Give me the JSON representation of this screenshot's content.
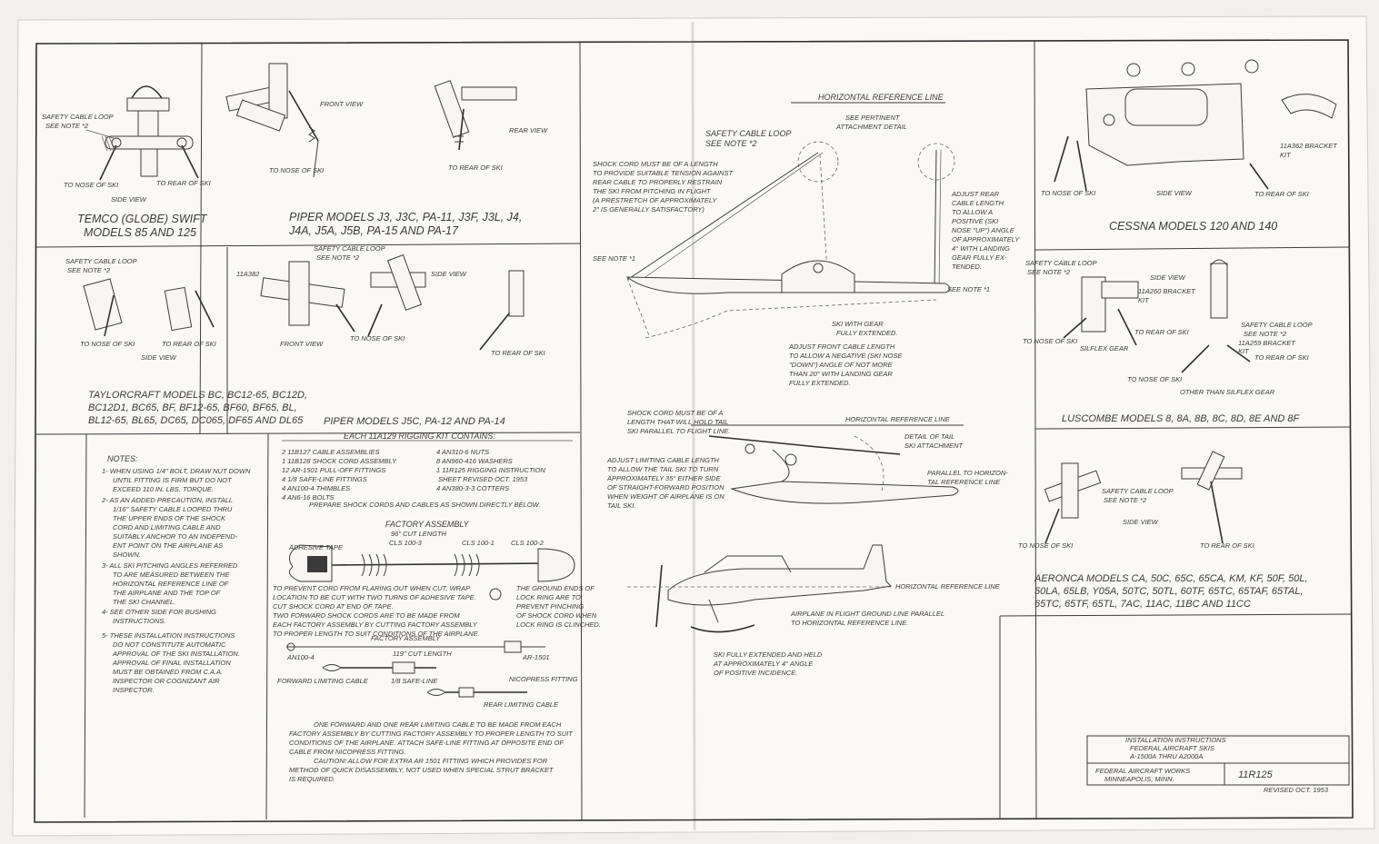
{
  "sections": {
    "temco": {
      "safety_note": "SAFETY CABLE LOOP",
      "see_note": "SEE NOTE *2",
      "nose_label": "TO NOSE OF SKI",
      "rear_label": "TO REAR OF SKI",
      "view_label": "SIDE VIEW",
      "title_1": "TEMCO (GLOBE) SWIFT",
      "title_2": "MODELS 85 AND 125"
    },
    "piper_j3": {
      "front_view": "FRONT VIEW",
      "rear_view": "REAR VIEW",
      "nose_label": "TO NOSE OF SKI",
      "rear_label": "TO REAR OF SKI",
      "title_1": "PIPER MODELS J3, J3C, PA-11, J3F, J3L, J4,",
      "title_2": "J4A, J5A, J5B, PA-15 AND PA-17"
    },
    "taylorcraft": {
      "safety_note": "SAFETY CABLE LOOP",
      "see_note": "SEE NOTE *2",
      "nose_label": "TO NOSE OF SKI",
      "rear_label": "TO REAR OF SKI",
      "view_label": "SIDE VIEW",
      "title_1": "TAYLORCRAFT MODELS BC, BC12-65, BC12D,",
      "title_2": "BC12D1, BC65, BF, BF12-65, BF60, BF65, BL,",
      "title_3": "BL12-65, BL65, DC65, DC065, DF65 AND DL65"
    },
    "piper_j5c": {
      "part": "11A382",
      "safety_note": "SAFETY CABLE LOOP",
      "see_note": "SEE NOTE *2",
      "side_view": "SIDE VIEW",
      "front_view": "FRONT VIEW",
      "nose_label": "TO NOSE OF SKI",
      "rear_label": "TO REAR OF SKI",
      "title": "PIPER MODELS J5C, PA-12 AND PA-14"
    },
    "notes": {
      "heading": "NOTES:",
      "items": [
        "1- WHEN USING 1/4\" BOLT, DRAW NUT DOWN UNTIL FITTING IS FIRM BUT DO NOT EXCEED 110 IN. LBS. TORQUE.",
        "2- AS AN ADDED PRECAUTION, INSTALL 1/16\" SAFETY CABLE LOOPED THRU THE UPPER ENDS OF THE SHOCK CORD AND LIMITING CABLE AND SUITABLY ANCHOR TO AN INDEPENDENT POINT ON THE AIRPLANE AS SHOWN.",
        "3- ALL SKI PITCHING ANGLES REFERRED TO ARE MEASURED BETWEEN THE HORIZONTAL REFERENCE LINE OF THE AIRPLANE AND THE TOP OF THE SKI CHANNEL.",
        "4- SEE OTHER SIDE FOR BUSHING INSTRUCTIONS.",
        "5- THESE INSTALLATION INSTRUCTIONS DO NOT CONSTITUTE AUTOMATIC APPROVAL OF THE SKI INSTALLATION. APPROVAL OF FINAL INSTALLATION MUST BE OBTAINED FROM C.A.A. INSPECTOR OR COGNIZANT AIR INSPECTOR."
      ]
    },
    "kit": {
      "heading": "EACH 11A129 RIGGING KIT CONTAINS:",
      "left_rows": [
        "2   11B127   CABLE ASSEMBLIES",
        "1   11B128   SHOCK CORD ASSEMBLY",
        "12  AR-1501  PULL-OFF FITTINGS",
        "4            1/8 SAFE-LINE FITTINGS",
        "4   AN100-4  THIMBLES",
        "4   AN6-16   BOLTS"
      ],
      "right_rows": [
        "4   AN310-6     NUTS",
        "8   AN960-416   WASHERS",
        "1   11R125      RIGGING INSTRUCTION",
        "                SHEET REVISED OCT. 1953",
        "4   AN380-3-3   COTTERS"
      ],
      "prepare": "PREPARE SHOCK CORDS AND CABLES AS SHOWN DIRECTLY BELOW.",
      "factory_1": "FACTORY ASSEMBLY",
      "cut_1": "96\" CUT LENGTH",
      "adhesive": "ADHESIVE TAPE",
      "cls_1": "CLS 100-3",
      "cls_2": "CLS 100-1",
      "cls_3": "CLS 100-2",
      "prevent_1": "TO PREVENT CORD FROM FLARING OUT WHEN CUT, WRAP LOCATION TO BE CUT WITH TWO TURNS OF ADHESIVE TAPE. CUT SHOCK CORD AT END OF TAPE.",
      "prevent_2": "TWO FORWARD SHOCK CORDS ARE TO BE MADE FROM EACH FACTORY ASSEMBLY BY CUTTING FACTORY ASSEMBLY TO PROPER LENGTH TO SUIT CONDITIONS OF THE AIRPLANE.",
      "ground": "THE GROUND ENDS OF LOCK RING ARE TO PREVENT PINCHING OF SHOCK CORD WHEN LOCK RING IS CLINCHED.",
      "factory_2": "FACTORY ASSEMBLY",
      "cut_2": "119\" CUT LENGTH",
      "an100": "AN100-4",
      "ar1501": "AR-1501",
      "fwd_cable": "FORWARD LIMITING CABLE",
      "safe_line": "1/8 SAFE-LINE",
      "nicopress": "NICOPRESS FITTING",
      "rear_cable": "REAR LIMITING CABLE",
      "bottom_note": "ONE FORWARD AND ONE REAR LIMITING CABLE TO BE MADE FROM EACH FACTORY ASSEMBLY BY CUTTING FACTORY ASSEMBLY TO PROPER LENGTH TO SUIT CONDITIONS OF THE AIRPLANE. ATTACH SAFE-LINE FITTING AT OPPOSITE END OF CABLE FROM NICOPRESS FITTING.",
      "caution": "CAUTION! ALLOW FOR EXTRA AR 1501 FITTING WHICH PROVIDES FOR METHOD OF QUICK DISASSEMBLY, NOT USED WHEN SPECIAL STRUT BRACKET IS REQUIRED."
    },
    "center": {
      "hrl": "HORIZONTAL REFERENCE LINE",
      "see_attach_1": "SEE PERTINENT",
      "see_attach_2": "ATTACHMENT DETAIL",
      "safety_note": "SAFETY CABLE LOOP",
      "see_note_2": "SEE NOTE *2",
      "shock_text": "SHOCK CORD MUST BE OF A LENGTH TO PROVIDE SUITABLE TENSION AGAINST REAR CABLE TO PROPERLY RESTRAIN THE SKI FROM PITCHING IN FLIGHT (A PRESTRETCH OF APPROXIMATELY 2\" IS GENERALLY SATISFACTORY)",
      "adjust_rear": "ADJUST REAR CABLE LENGTH TO ALLOW A POSITIVE (SKI NOSE \"UP\") ANGLE OF APPROXIMATELY 4° WITH LANDING GEAR FULLY EXTENDED.",
      "see_note_1a": "SEE NOTE *1",
      "see_note_1b": "SEE NOTE *1",
      "ski_gear": "SKI WITH GEAR FULLY EXTENDED.",
      "adjust_front": "ADJUST FRONT CABLE LENGTH TO ALLOW A NEGATIVE (SKI NOSE \"DOWN\") ANGLE OF NOT MORE THAN 20° WITH LANDING GEAR FULLY EXTENDED.",
      "tail_shock": "SHOCK CORD MUST BE OF A LENGTH THAT WILL HOLD TAIL SKI PARALLEL TO FLIGHT LINE.",
      "hrl_2": "HORIZONTAL REFERENCE LINE",
      "detail_tail": "DETAIL OF TAIL SKI ATTACHMENT",
      "adjust_limit": "ADJUST LIMITING CABLE LENGTH TO ALLOW THE TAIL SKI TO TURN APPROXIMATELY 35° EITHER SIDE OF STRAIGHT-FORWARD POSITION WHEN WEIGHT OF AIRPLANE IS ON TAIL SKI.",
      "parallel": "PARALLEL TO HORIZONTAL REFERENCE LINE",
      "hrl_3": "HORIZONTAL REFERENCE LINE",
      "airplane_flight": "AIRPLANE IN FLIGHT GROUND LINE PARALLEL TO HORIZONTAL REFERENCE LINE.",
      "ski_held": "SKI FULLY EXTENDED AND HELD AT APPROXIMATELY 4° ANGLE OF POSITIVE INCIDENCE."
    },
    "cessna": {
      "bracket": "11A362 BRACKET",
      "kit": "KIT",
      "nose_label": "TO NOSE OF SKI",
      "view_label": "SIDE VIEW",
      "rear_label": "TO REAR OF SKI",
      "title": "CESSNA MODELS 120 AND 140"
    },
    "luscombe": {
      "safety_note": "SAFETY CABLE LOOP",
      "see_note": "SEE NOTE *2",
      "side_view": "SIDE VIEW",
      "bracket_1": "11A260 BRACKET",
      "kit_1": "KIT",
      "nose_label": "TO NOSE OF SKI",
      "silflex": "SILFLEX GEAR",
      "rear_label_1": "TO REAR OF SKI",
      "safety_note_2": "SAFETY CABLE LOOP",
      "see_note_2": "SEE NOTE *2",
      "bracket_2": "11A259 BRACKET",
      "kit_2": "KIT",
      "rear_label_2": "TO REAR OF SKI",
      "nose_label_2": "TO NOSE OF SKI",
      "other": "OTHER THAN SILFLEX GEAR",
      "title": "LUSCOMBE MODELS 8, 8A, 8B, 8C, 8D, 8E AND 8F"
    },
    "aeronca": {
      "safety_note": "SAFETY CABLE LOOP",
      "see_note": "SEE NOTE *2",
      "view_label": "SIDE VIEW",
      "nose_label": "TO NOSE OF SKI",
      "rear_label": "TO REAR OF SKI",
      "title_1": "AERONCA MODELS CA, 50C, 65C, 65CA, KM, KF, 50F, 50L,",
      "title_2": "50LA, 65LB, Y05A, 50TC, 50TL, 60TF, 65TC, 65TAF, 65TAL,",
      "title_3": "65TC, 65TF, 65TL, 7AC, 11AC, 11BC AND 11CC"
    },
    "titleblock": {
      "line_1": "INSTALLATION INSTRUCTIONS",
      "line_2": "FEDERAL AIRCRAFT SKIS",
      "line_3": "A-1500A THRU A2000A",
      "company_1": "FEDERAL AIRCRAFT WORKS",
      "company_2": "MINNEAPOLIS, MINN.",
      "number": "11R125",
      "revised": "REVISED OCT. 1953"
    }
  }
}
